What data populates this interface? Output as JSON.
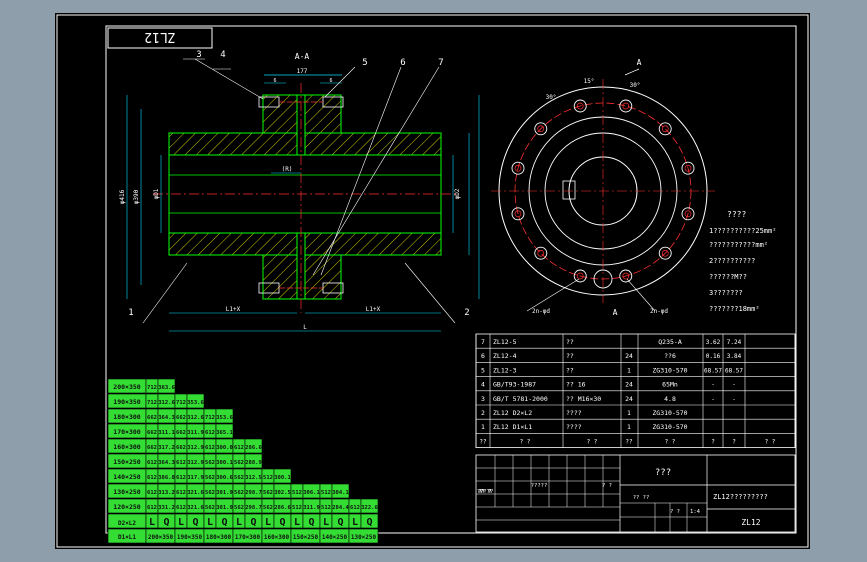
{
  "title_block": {
    "drawing_code": "ZL12",
    "title": "???",
    "subtitle": "ZL12?????????",
    "code": "ZL12",
    "scale_label": "?? ??",
    "sheet_labels": [
      "?? ?",
      "?? ?",
      "?????",
      "? ?",
      "?? ?"
    ],
    "extra": [
      "?????",
      "? ?",
      "? ?",
      "1:4"
    ]
  },
  "section_view": {
    "label": "A-A",
    "top_dims": [
      "177",
      "6",
      "6"
    ],
    "bottom_dims": [
      "L1+X",
      "L1+X",
      "L"
    ],
    "side_dims": [
      "φ416",
      "φ390",
      "φD1",
      "φD2"
    ],
    "center_dim": "(R)",
    "callouts": [
      "1",
      "2",
      "3",
      "4",
      "5",
      "6",
      "7"
    ]
  },
  "end_view": {
    "label": "A",
    "angles": [
      "30°",
      "15°",
      "30°"
    ],
    "bottom_labels": [
      "2n-φd",
      "2n-φd"
    ],
    "notes": [
      "????",
      "1??????????25mm²",
      "???????????mm²",
      "2??????????",
      "??????M??",
      "3???????",
      "???????18mm²"
    ]
  },
  "bom": {
    "rows": [
      {
        "no": "7",
        "code": "ZL12-5",
        "name": "??",
        "qty": "",
        "material": "Q235-A",
        "w1": "3.62",
        "w2": "7.24",
        "note": ""
      },
      {
        "no": "6",
        "code": "ZL12-4",
        "name": "??",
        "qty": "24",
        "material": "??6",
        "w1": "0.16",
        "w2": "3.84",
        "note": ""
      },
      {
        "no": "5",
        "code": "ZL12-3",
        "name": "??",
        "qty": "1",
        "material": "ZG310-570",
        "w1": "68.57",
        "w2": "68.57",
        "note": ""
      },
      {
        "no": "4",
        "code": "GB/T93-1987",
        "name": "?? 16",
        "qty": "24",
        "material": "65Mn",
        "w1": "-",
        "w2": "-",
        "note": ""
      },
      {
        "no": "3",
        "code": "GB/T 5781-2000",
        "name": "?? M16×30",
        "qty": "24",
        "material": "4.8",
        "w1": "-",
        "w2": "-",
        "note": ""
      },
      {
        "no": "2",
        "code": "ZL12 D2×L2",
        "name": "????",
        "qty": "1",
        "material": "ZG310-570",
        "w1": "",
        "w2": "",
        "note": ""
      },
      {
        "no": "1",
        "code": "ZL12 D1×L1",
        "name": "????",
        "qty": "1",
        "material": "ZG310-570",
        "w1": "",
        "w2": "",
        "note": ""
      }
    ],
    "header": [
      "??",
      "? ?",
      "? ?",
      "??",
      "? ?",
      "?",
      "?",
      "? ?"
    ]
  },
  "size_table": {
    "rows": [
      [
        "200×350",
        "712",
        "363.6"
      ],
      [
        "190×350",
        "712",
        "312.6",
        "712",
        "353.6"
      ],
      [
        "180×300",
        "662",
        "364.3",
        "662",
        "312.6",
        "712",
        "353.6"
      ],
      [
        "170×300",
        "662",
        "311.1",
        "662",
        "311.9",
        "612",
        "365.1"
      ],
      [
        "160×300",
        "662",
        "317.2",
        "662",
        "312.9",
        "612",
        "300.0",
        "612",
        "286.6"
      ],
      [
        "150×250",
        "612",
        "364.3",
        "612",
        "312.9",
        "562",
        "300.1",
        "562",
        "288.9"
      ],
      [
        "140×250",
        "612",
        "386.8",
        "612",
        "317.9",
        "562",
        "300.6",
        "562",
        "312.5",
        "512",
        "300.1"
      ],
      [
        "130×250",
        "612",
        "313.2",
        "612",
        "321.6",
        "562",
        "301.9",
        "562",
        "298.7",
        "562",
        "302.5",
        "512",
        "306.1",
        "512",
        "304.1"
      ],
      [
        "120×250",
        "612",
        "331.2",
        "612",
        "321.6",
        "562",
        "301.9",
        "562",
        "298.7",
        "562",
        "286.6",
        "512",
        "311.9",
        "512",
        "284.4",
        "612",
        "322.6"
      ]
    ],
    "lq_row": [
      "D2×L2",
      "L",
      "Q",
      "L",
      "Q",
      "L",
      "Q",
      "L",
      "Q",
      "L",
      "Q",
      "L",
      "Q",
      "L",
      "Q",
      "L",
      "Q"
    ],
    "bottom_row": [
      "D1×L1",
      "200×350",
      "190×350",
      "180×300",
      "170×300",
      "160×300",
      "150×250",
      "140×250",
      "130×250"
    ]
  }
}
